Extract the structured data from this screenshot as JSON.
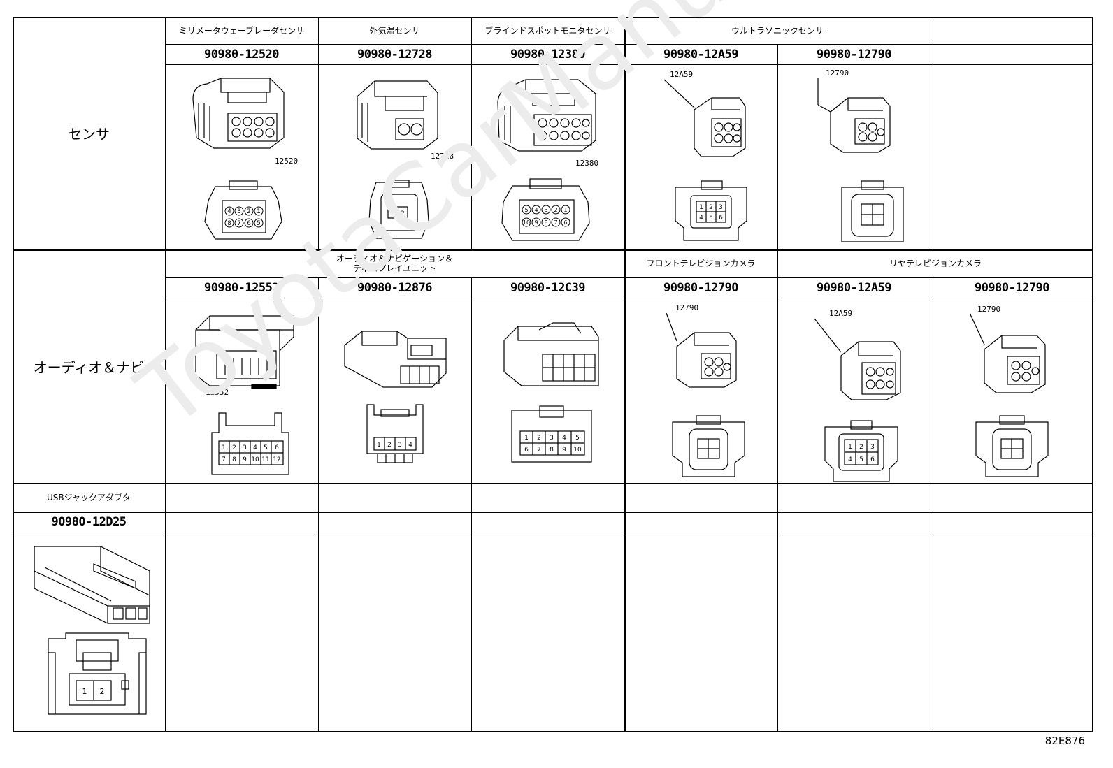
{
  "watermark": "ToyotaCarManual.ru",
  "reference_code": "82E876",
  "rows": {
    "sensor": {
      "label": "センサ",
      "groups": {
        "mmwave": "ミリメータウェーブレーダセンサ",
        "outside_temp": "外気温センサ",
        "blind_spot": "ブラインドスポットモニタセンサ",
        "ultrasonic": "ウルトラソニックセンサ",
        "empty": ""
      },
      "parts": [
        "90980-12520",
        "90980-12728",
        "90980-12380",
        "90980-12A59",
        "90980-12790",
        ""
      ],
      "callouts": [
        "12520",
        "12728",
        "12380",
        "12A59",
        "12790"
      ],
      "pin_labels": {
        "p12520": [
          "4",
          "3",
          "2",
          "1",
          "8",
          "7",
          "6",
          "5"
        ],
        "p12728": [
          "1",
          "2"
        ],
        "p12380": [
          "5",
          "4",
          "3",
          "2",
          "1",
          "10",
          "9",
          "8",
          "7",
          "6"
        ],
        "p12A59": [
          "1",
          "2",
          "3",
          "4",
          "5",
          "6"
        ]
      }
    },
    "audio": {
      "label": "オーディオ＆ナビ",
      "groups": {
        "audio_nav_display_l1": "オーディオ＆ナビゲーション＆",
        "audio_nav_display_l2": "ディスプレイユニット",
        "front_camera": "フロントテレビジョンカメラ",
        "rear_camera": "リヤテレビジョンカメラ"
      },
      "parts": [
        "90980-12552",
        "90980-12876",
        "90980-12C39",
        "90980-12790",
        "90980-12A59",
        "90980-12790"
      ],
      "callouts": [
        "12552",
        "12790",
        "12A59",
        "12790"
      ],
      "pin_labels": {
        "p12552": [
          "1",
          "2",
          "3",
          "4",
          "5",
          "6",
          "7",
          "8",
          "9",
          "10",
          "11",
          "12"
        ],
        "p12876": [
          "1",
          "2",
          "3",
          "4"
        ],
        "p12C39": [
          "1",
          "2",
          "3",
          "4",
          "5",
          "6",
          "7",
          "8",
          "9",
          "10"
        ],
        "p12A59": [
          "1",
          "2",
          "3",
          "4",
          "5",
          "6"
        ]
      }
    },
    "usb": {
      "label": "USBジャックアダプタ",
      "part": "90980-12D25",
      "pin_labels": [
        "1",
        "2"
      ]
    }
  }
}
